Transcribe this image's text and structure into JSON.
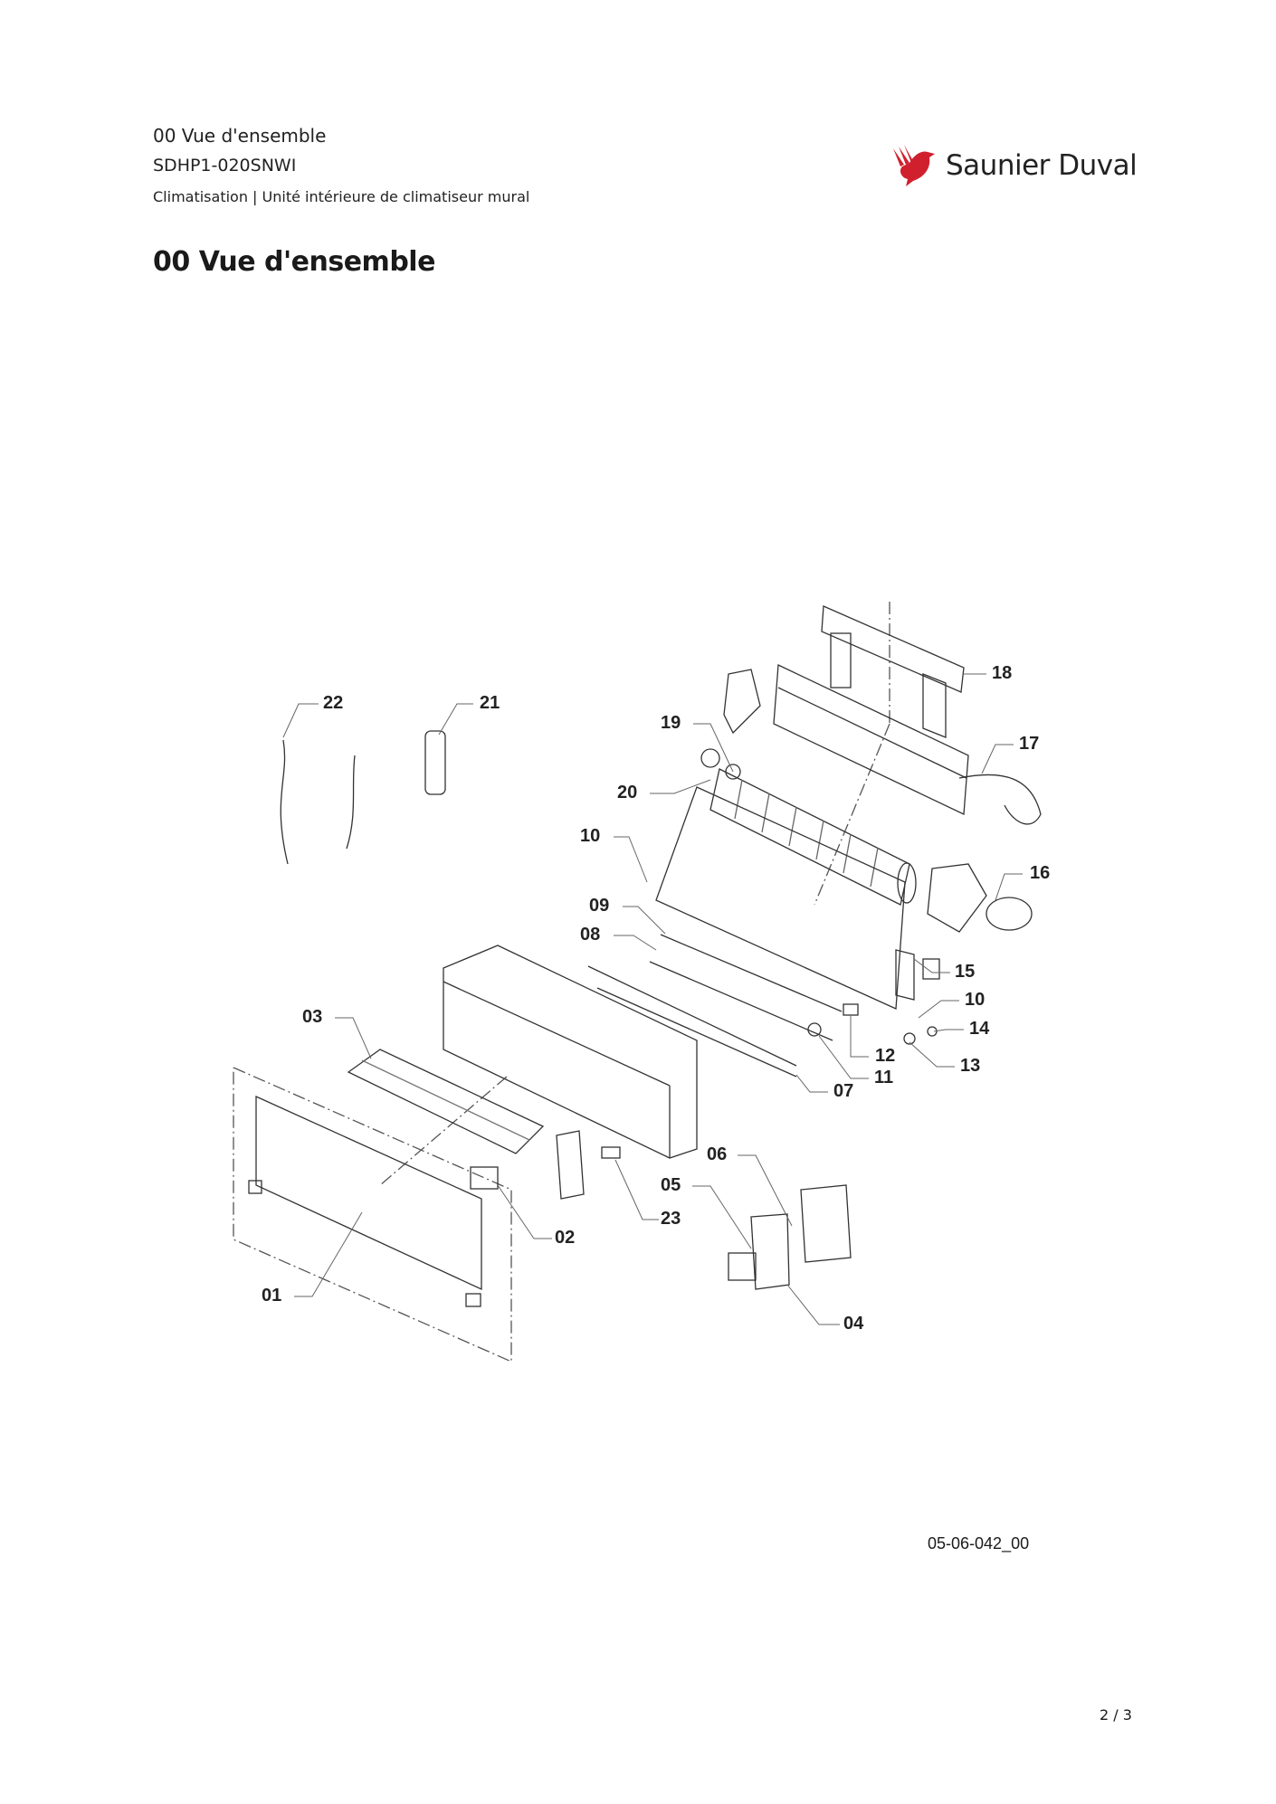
{
  "header": {
    "section": "00 Vue d'ensemble",
    "model": "SDHP1-020SNWI",
    "category": "Climatisation | Unité intérieure de climatiseur mural"
  },
  "logo": {
    "brand": "Saunier Duval",
    "color": "#d0202e"
  },
  "title": "00 Vue d'ensemble",
  "callouts": [
    "22",
    "21",
    "19",
    "18",
    "17",
    "20",
    "10",
    "16",
    "09",
    "08",
    "15",
    "10",
    "14",
    "03",
    "12",
    "13",
    "11",
    "07",
    "06",
    "05",
    "23",
    "02",
    "01",
    "04"
  ],
  "drawing_code": "05-06-042_00",
  "page": "2 / 3"
}
